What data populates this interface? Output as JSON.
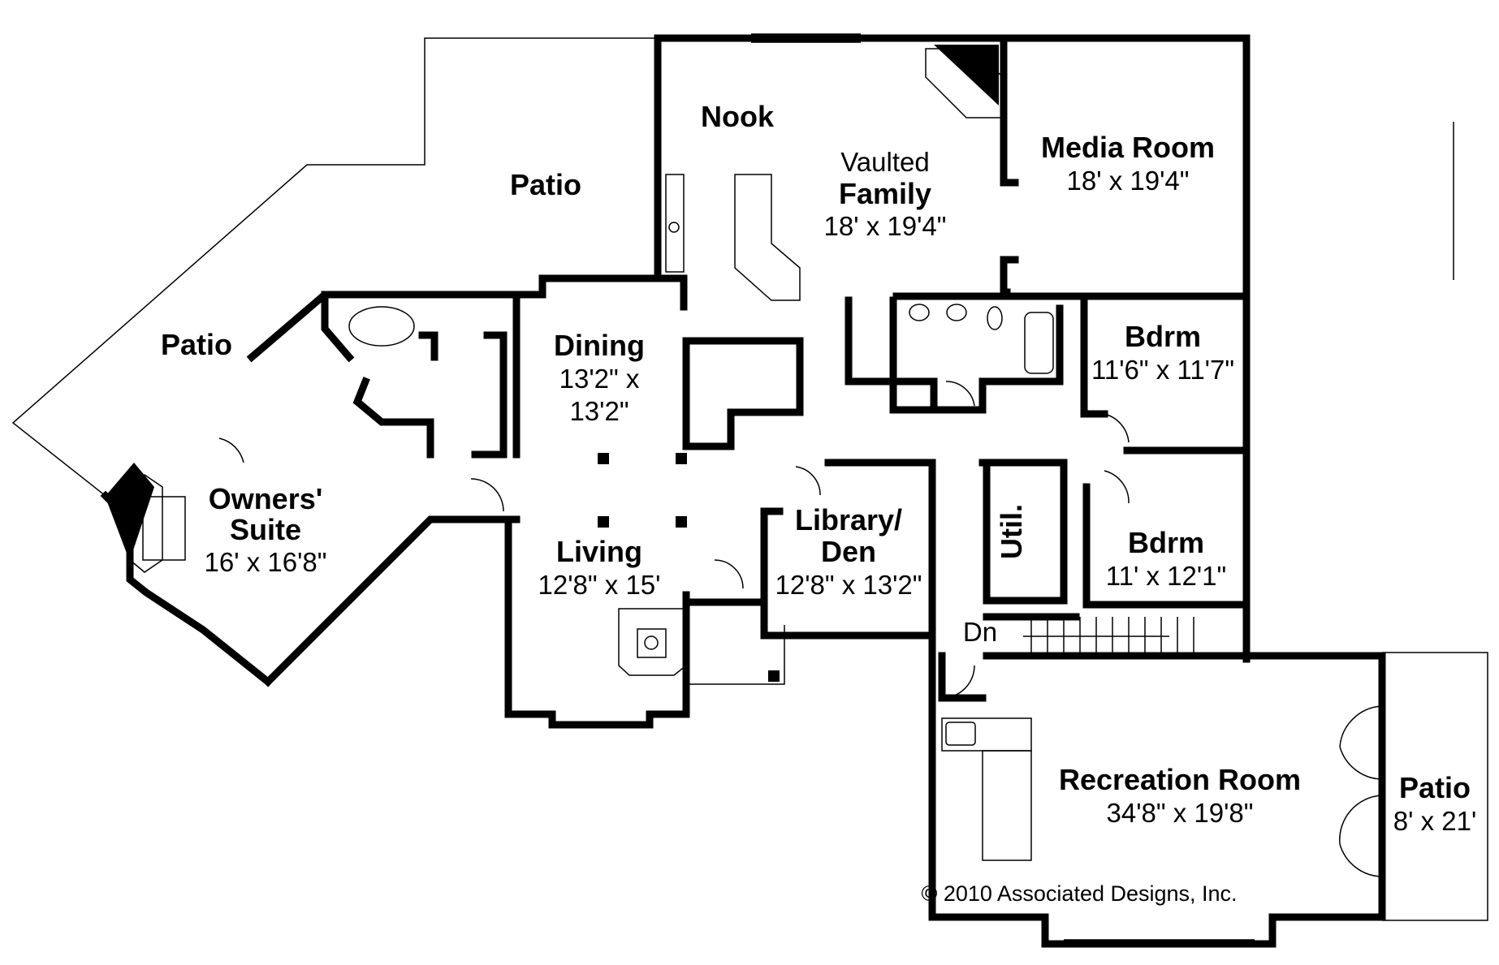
{
  "plan": {
    "patio_1": "Patio",
    "patio_2": "Patio",
    "nook": "Nook",
    "family": {
      "prefix": "Vaulted",
      "name": "Family",
      "dims": "18' x 19'4\""
    },
    "media": {
      "name": "Media Room",
      "dims": "18' x 19'4\""
    },
    "dining": {
      "name": "Dining",
      "dims_1": "13'2\" x",
      "dims_2": "13'2\""
    },
    "bdrm_1": {
      "name": "Bdrm",
      "dims": "11'6\" x 11'7\""
    },
    "bdrm_2": {
      "name": "Bdrm",
      "dims": "11' x 12'1\""
    },
    "owners": {
      "name_1": "Owners'",
      "name_2": "Suite",
      "dims": "16' x 16'8\""
    },
    "living": {
      "name": "Living",
      "dims": "12'8\" x 15'"
    },
    "library": {
      "name_1": "Library/",
      "name_2": "Den",
      "dims": "12'8\" x 13'2\""
    },
    "util": "Util.",
    "stairs": "Dn",
    "recreation": {
      "name": "Recreation Room",
      "dims": "34'8\" x 19'8\""
    },
    "patio_3": {
      "name": "Patio",
      "dims": "8' x 21'"
    },
    "copyright": "© 2010 Associated Designs, Inc."
  }
}
